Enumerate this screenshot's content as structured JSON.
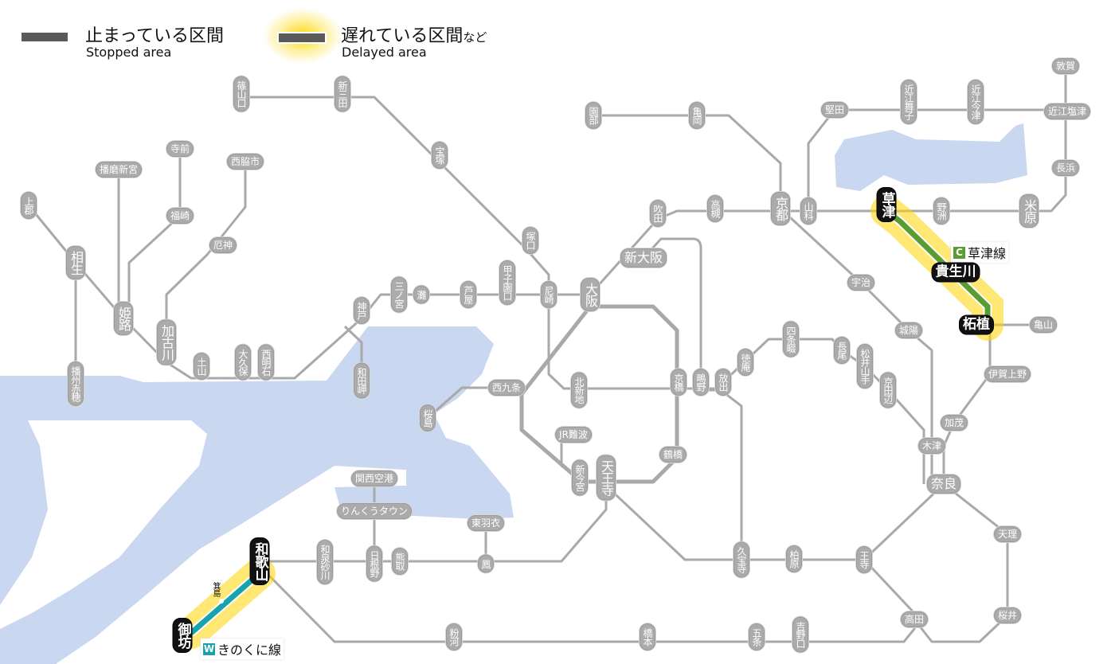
{
  "legend": {
    "stopped_ja": "止まっている区間",
    "stopped_en": "Stopped area",
    "delayed_ja": "遅れている区間",
    "delayed_ja_suffix": "など",
    "delayed_en": "Delayed area"
  },
  "colors": {
    "line_gray": "#a9a9a9",
    "water": "#c9d7f1",
    "kusatsu_line": "#5a9c34",
    "kinokuni_line": "#16a3ad",
    "delay_glow": "#ffd400",
    "stopped": "#5a5a5a"
  },
  "line_labels": [
    {
      "badge": "C",
      "name": "草津線",
      "color": "#5a9c34"
    },
    {
      "badge": "W",
      "name": "きのくに線",
      "color": "#16a3ad"
    }
  ],
  "stations": [
    "篠山口",
    "新三田",
    "宝塚",
    "塚口",
    "尼崎",
    "甲子園口",
    "芦屋",
    "灘",
    "三ノ宮",
    "神戸",
    "和田岬",
    "西明石",
    "大久保",
    "土山",
    "加古川",
    "厄神",
    "西脇市",
    "福崎",
    "寺前",
    "播磨新宮",
    "姫路",
    "相生",
    "上郡",
    "播州赤穂",
    "大阪",
    "新大阪",
    "吹田",
    "高槻",
    "園部",
    "亀岡",
    "京都",
    "山科",
    "堅田",
    "近江舞子",
    "近江今津",
    "敦賀",
    "近江塩津",
    "長浜",
    "米原",
    "野洲",
    "草津",
    "貴生川",
    "柘植",
    "亀山",
    "伊賀上野",
    "加茂",
    "木津",
    "奈良",
    "天理",
    "桜井",
    "高田",
    "王寺",
    "柏原",
    "久宝寺",
    "吉野口",
    "五条",
    "橋本",
    "粉河",
    "宇治",
    "城陽",
    "京田辺",
    "松井山手",
    "長尾",
    "四条畷",
    "徳庵",
    "放出",
    "鴫野",
    "京橋",
    "北新地",
    "西九条",
    "桜島",
    "JR難波",
    "新今宮",
    "天王寺",
    "鶴橋",
    "関西空港",
    "りんくうタウン",
    "東羽衣",
    "鳳",
    "熊取",
    "日根野",
    "和泉砂川",
    "和歌山",
    "御坊",
    "箕島"
  ]
}
